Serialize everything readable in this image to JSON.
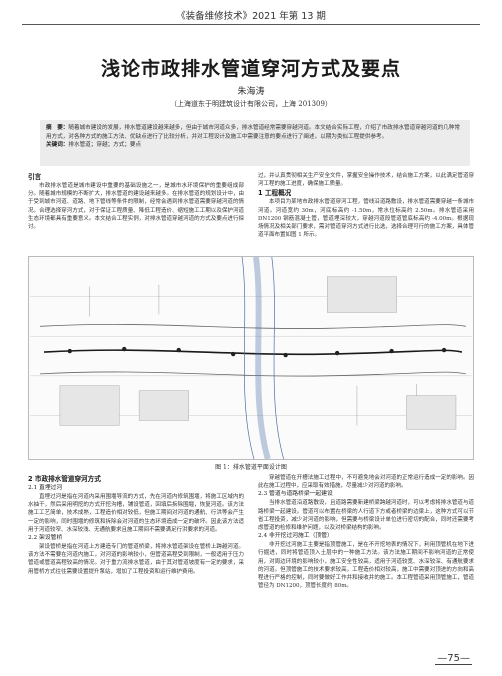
{
  "journal": {
    "header": "《装备维修技术》2021 年第 13 期",
    "page_number": "—75—"
  },
  "article": {
    "title": "浅论市政排水管道穿河方式及要点",
    "author": "朱海涛",
    "affiliation": "（上海道东于明建筑设计有限公司，上海 201309）",
    "abstract_label": "摘　要：",
    "abstract": "随着城市建设的发展，排水管道建设越来越多，但由于城市河道众多，排水管道经常需要穿越河道。本文结合实际工程，介绍了市政排水管道穿越河道的几种常用方式，对各种方式的施工方法、优缺点进行了比较分析，并对工程设计及施工中需要注意的要点进行了阐述，以期为类似工程提供参考。",
    "keywords_label": "关键词：",
    "keywords": "排水管道；穿越；方式；要点"
  },
  "sections": {
    "intro_heading": "引言",
    "intro_text": "市政排水管道是城市建设中重要的基础设施之一，是城市水环境保护的重要组成部分。随着城市规模的不断扩大，排水管道的建设越来越多。在排水管道的规划设计中，由于受到城市河道、道路、地下管线等条件的限制，经常会遇到排水管道需要穿越河道的情况。合理选择穿河方式，对于保证工程质量、降低工程造价、缩短施工工期以及保护河道生态环境都具有重要意义。本文结合工程实例，对排水管道穿越河道的方式及要点进行探讨。",
    "intro_text_cont": "过，并认真贯彻相关生产安全文件，掌握安全操作技术，结合施工方案，以此满足管道穿河工程的施工进度，确保施工质量。",
    "s1_heading": "1 工程概况",
    "s1_text": "本项目为某地市政排水管道穿河工程，管线沿道路敷设，排水管道需要穿越一条城市河道。河道宽约 30m，河底标高约 -1.50m，常水位标高约 2.50m。排水管道采用 DN1200 钢筋混凝土管，管道埋深较大，穿越河道段管道管底标高约 -4.00m。根据现场情况及相关部门要求，需对管道穿河方式进行比选，选择合理可行的施工方案，具体管道平面布置如图 1 所示。",
    "figure_caption": "图 1：排水管道平面设计图",
    "s2_heading": "2 市政排水管道穿河方式",
    "s2_1_heading": "2.1 直埋过河",
    "s2_1_text": "直埋过河是指在河道内采用围堰导流的方式，先在河道内修筑围堰，将施工区域内的水抽干，然后采用明挖的方式开挖沟槽，铺设管道，回填后拆除围堰，恢复河道。该方法施工工艺简单，技术成熟，工程造价相对较低，但施工期间对河道的通航、行洪等会产生一定的影响，同时围堰的修筑和拆除会对河道的生态环境造成一定的破坏。因此该方法适用于河道较窄、水深较浅、无通航要求且施工期间不需要满足行洪要求的河道。",
    "s2_2_heading": "2.2 架设管桥",
    "s2_2_text": "架设管桥是指在河道上方建造专门的管道桥梁，将排水管道架设在管桥上跨越河道。该方法不需要在河道内施工，对河道的影响较小，但管道高程受到限制，一般适用于压力管道或管道高程较高的情况。对于重力流排水管道，由于其对管道坡度有一定的要求，采用管桥方式往往需要设置提升泵站，增加了工程投资和运行维护费用。",
    "s2_right_text": "穿越管道在开槽法施工过程中，不可避免地会对河道的正常运行造成一定的影响。因此在施工过程中，应采取有效措施，尽量减少对河道的影响。",
    "s2_3_heading": "2.3 管道与道路桥梁一起建设",
    "s2_3_text": "当排水管道沿道路敷设，且道路需要新建桥梁跨越河道时，可以考虑将排水管道与道路桥梁一起建设。管道可以布置在桥梁的人行道下方或者桥梁的边梁上，这种方式可以节省工程投资，减少对河道的影响，但需要与桥梁设计单位进行密切的配合，同时还需要考虑管道的检修和维护问题，以及对桥梁结构的影响。",
    "s2_4_heading": "2.4 非开挖过河施工（顶管）",
    "s2_4_text": "非开挖过河施工主要是指顶管施工，是在不开挖地表的情况下，利用顶管机在地下进行掘进，同时将管道顶入土层中的一种施工方法。该方法施工期间不影响河道的正常使用，对周边环境的影响较小，施工安全性较高，适用于河道较宽、水深较深、有通航要求的河道。但顶管施工的技术要求较高，工程造价相对较高，施工中需要对顶进的方向和高程进行严格的控制，同时要做好工作井和接收井的施工。本工程管道采用顶管施工，管道管径为 DN1200，顶管长度约 80m。"
  }
}
